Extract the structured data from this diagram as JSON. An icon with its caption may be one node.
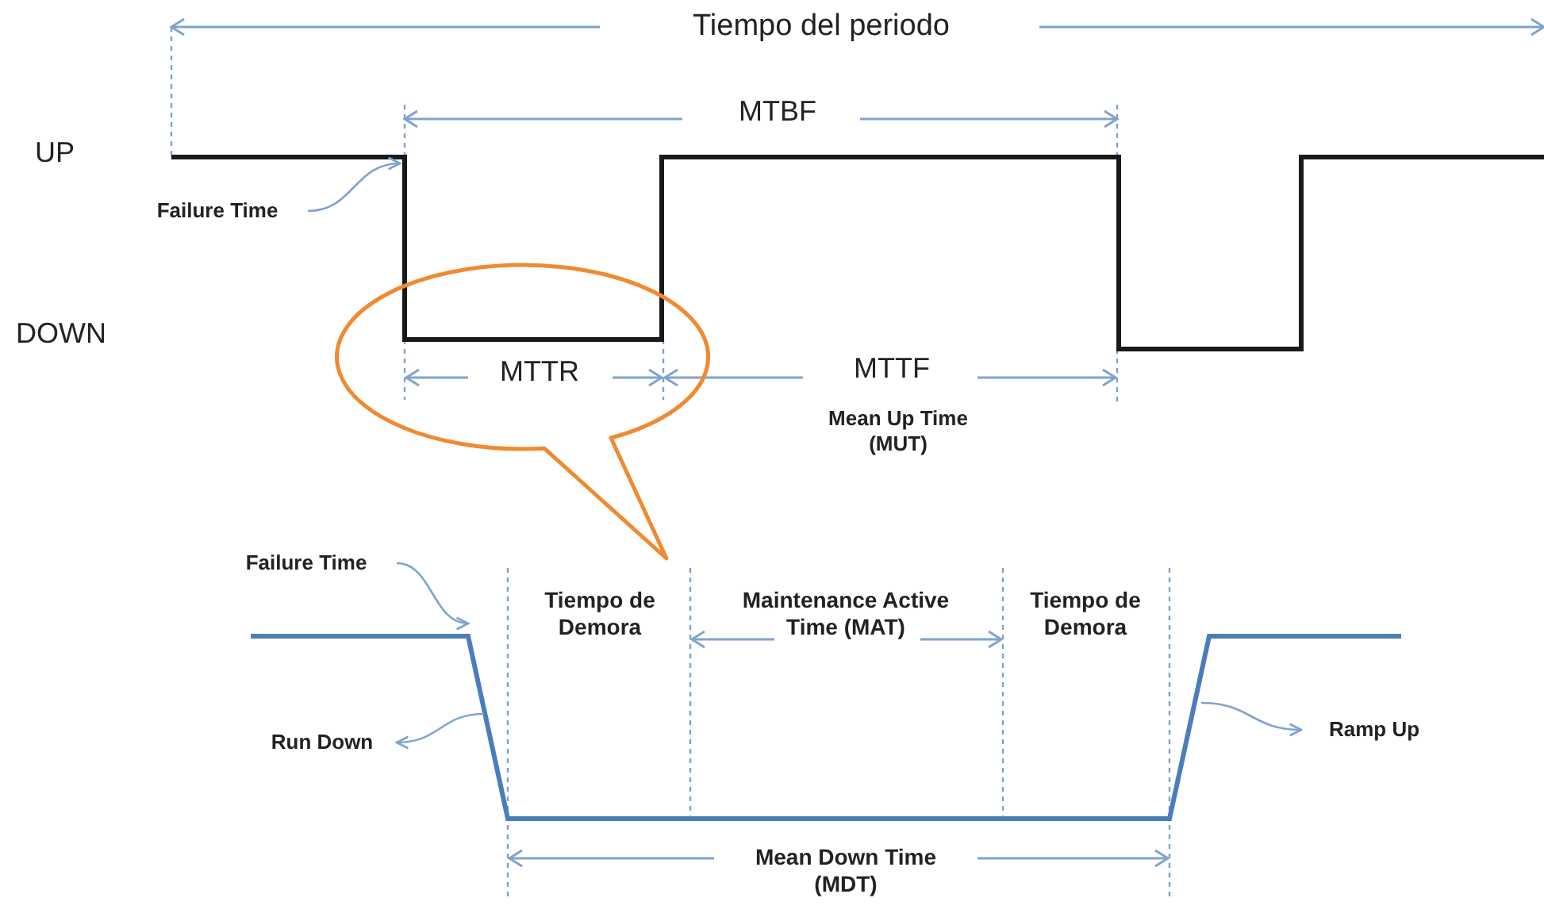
{
  "diagram": {
    "nodes": [
      {
        "text": [
          "Failure Time"
        ]
      },
      {
        "text": [
          "Failure Time"
        ]
      },
      {
        "text": [
          "Run Down"
        ]
      },
      {
        "text": [
          "Ramp Up"
        ]
      }
    ],
    "edges": [
      {
        "from": 0,
        "to": null,
        "arrow": "to"
      },
      {
        "from": 1,
        "to": null,
        "arrow": "to"
      },
      {
        "from": null,
        "to": 2,
        "arrow": "to"
      },
      {
        "from": null,
        "to": 3,
        "arrow": "to"
      }
    ],
    "labels": [
      "Tiempo del periodo",
      "MTBF",
      "UP",
      "DOWN",
      "MTTR",
      "MTTF",
      "Mean Up Time (MUT)",
      "Tiempo de Demora",
      "Maintenance Active Time (MAT)",
      "Tiempo de Demora",
      "Mean Down Time (MDT)"
    ]
  }
}
